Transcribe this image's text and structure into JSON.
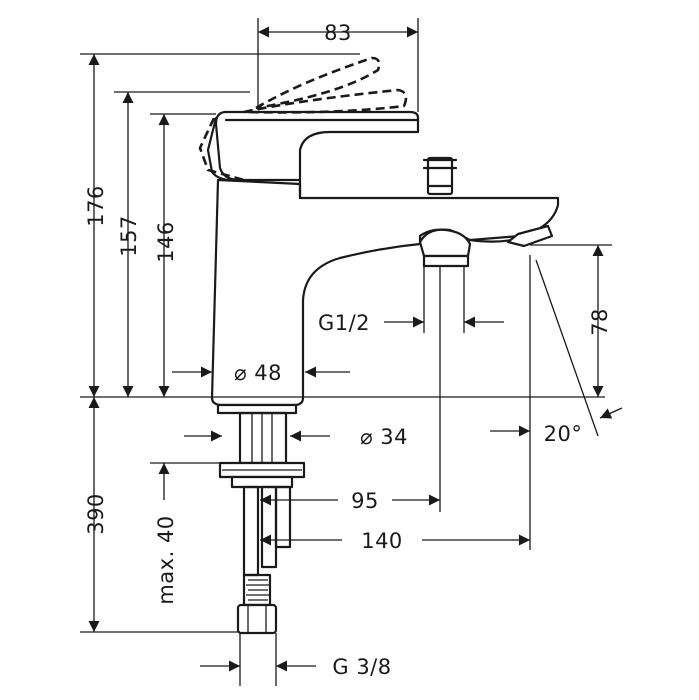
{
  "dimensions": {
    "overall_width": "83",
    "height_total": "176",
    "height_spout_top": "157",
    "height_body": "146",
    "body_diameter": "⌀ 48",
    "shank_diameter": "⌀ 34",
    "connection_thread": "G1/2",
    "spout_height": "78",
    "spout_angle": "20°",
    "hose_depth": "390",
    "max_thickness": "max. 40",
    "reach_connection": "95",
    "reach_spout": "140",
    "inlet_thread": "G 3/8"
  },
  "colors": {
    "line": "#1a1a1a",
    "background": "#ffffff"
  }
}
